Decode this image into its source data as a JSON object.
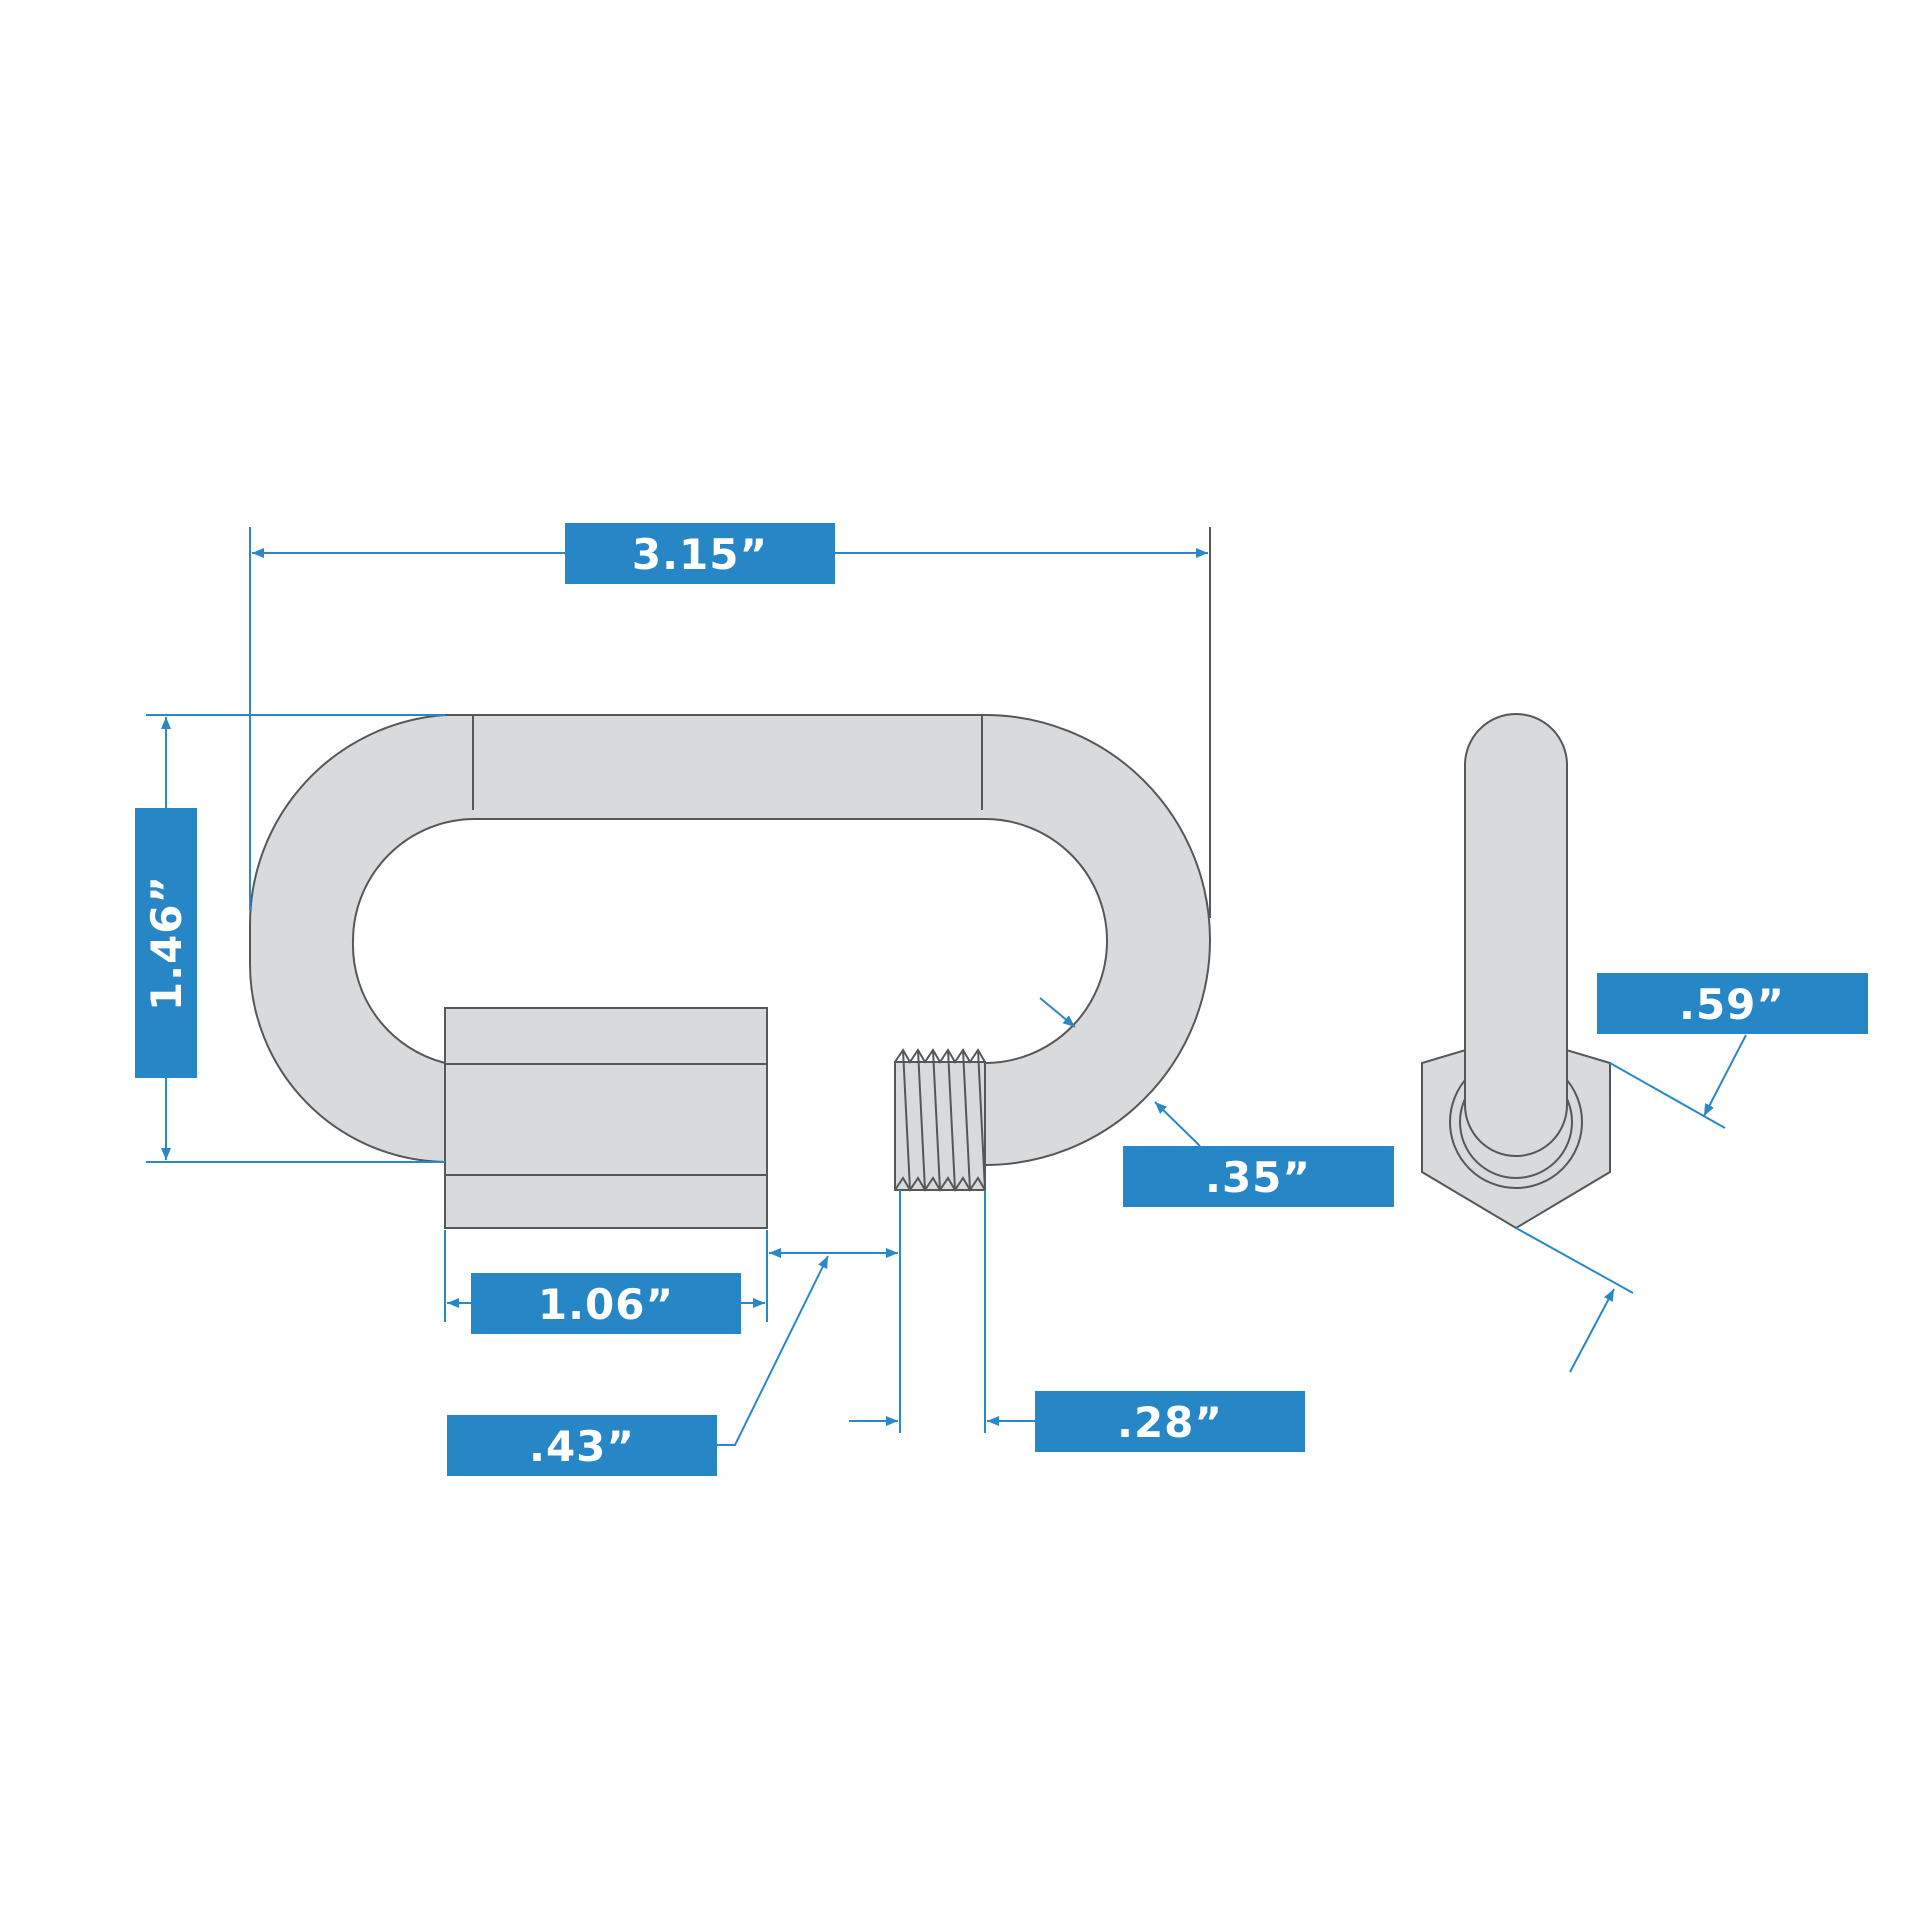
{
  "dimensions": {
    "overall_length": "3.15”",
    "overall_height": "1.46”",
    "sleeve_length": "1.06”",
    "gate_opening": ".43”",
    "thread_length": ".28”",
    "wire_diameter": ".35”",
    "hex_width": ".59”"
  },
  "colors": {
    "badge": "#2787c6",
    "dimension_line": "#2a88c7",
    "part_fill": "#d9dadb",
    "part_outline": "#555759"
  }
}
